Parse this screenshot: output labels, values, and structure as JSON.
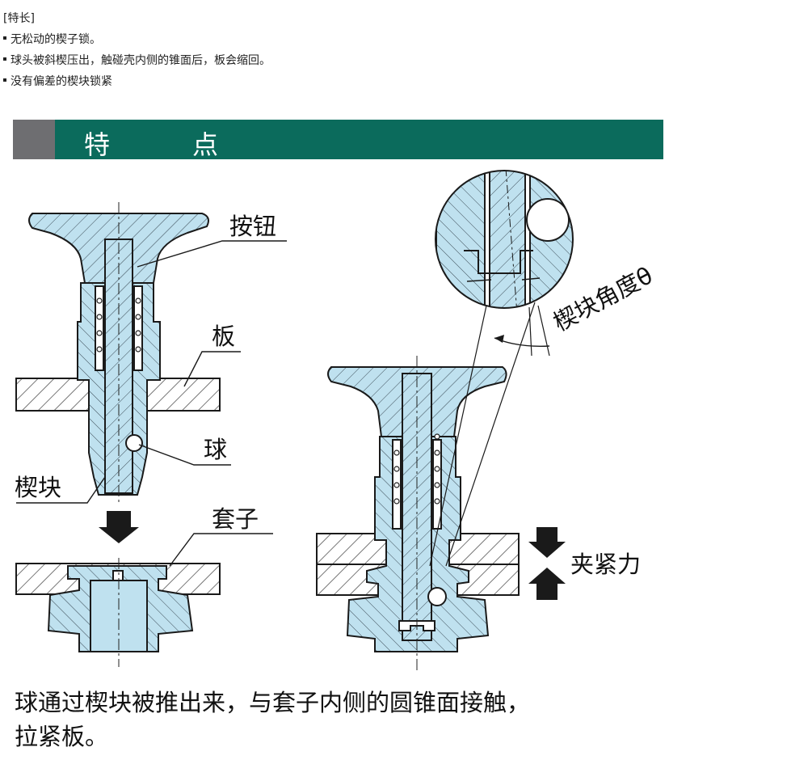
{
  "intro": {
    "heading": "[特长]",
    "bullets": [
      "无松动的楔子锁。",
      "球头被斜楔压出，触碰壳内侧的锥面后，板会缩回。",
      "没有偏差的楔块锁紧"
    ]
  },
  "banner": {
    "title_left": "特",
    "title_right": "点",
    "color": "#0b6b5c",
    "gray": "#6e6e71"
  },
  "labels": {
    "button": "按钮",
    "plate": "板",
    "ball": "球",
    "wedge": "楔块",
    "sleeve": "套子",
    "wedge_angle": "楔块角度θ",
    "clamp_force": "夹紧力"
  },
  "caption": {
    "line1": "球通过楔块被推出来，与套子内侧的圆锥面接触，",
    "line2": "拉紧板。"
  },
  "colors": {
    "part_fill": "#bfe1ef",
    "outline": "#1a1a1a",
    "hatch": "#555555"
  }
}
